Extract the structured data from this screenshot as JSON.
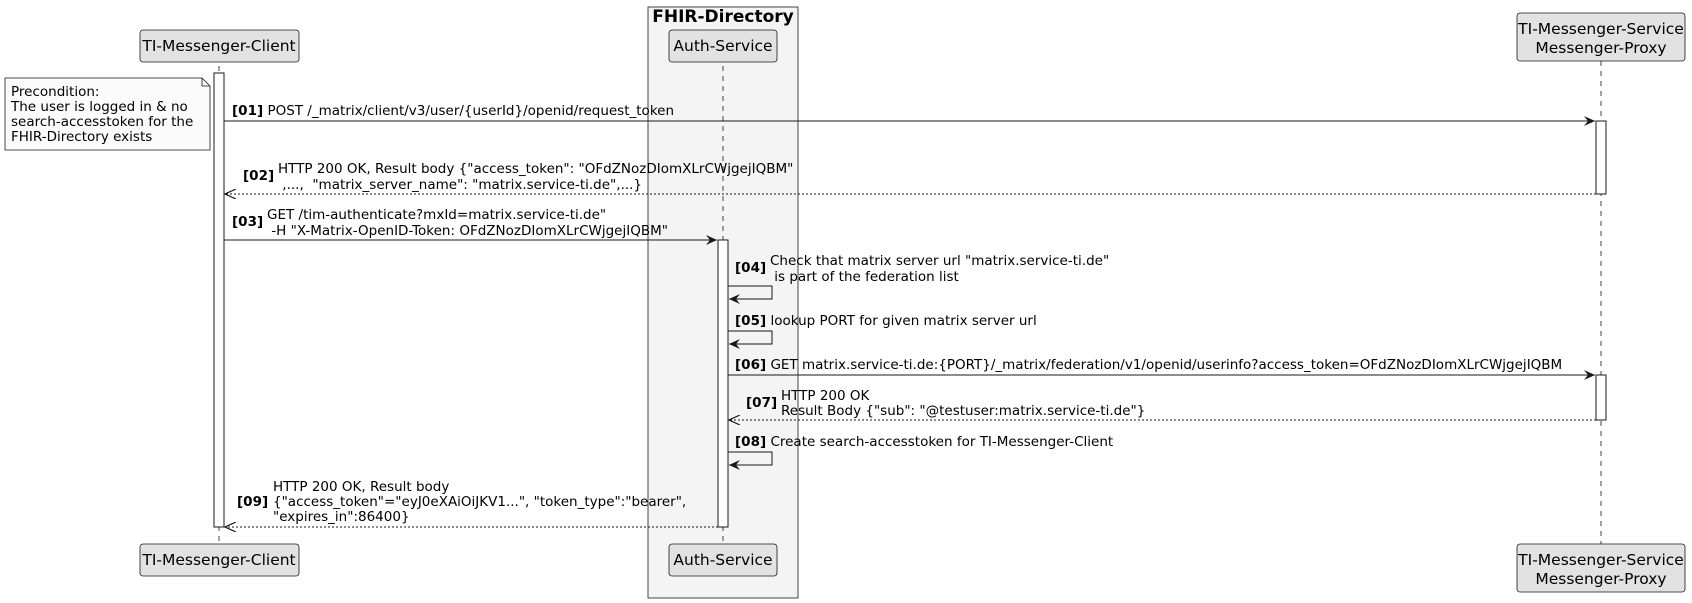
{
  "group": {
    "title": "FHIR-Directory"
  },
  "participants": {
    "client": {
      "lines": [
        "TI-Messenger-Client"
      ]
    },
    "auth": {
      "lines": [
        "Auth-Service"
      ]
    },
    "proxy": {
      "lines": [
        "TI-Messenger-Service",
        "Messenger-Proxy"
      ]
    }
  },
  "note": {
    "lines": [
      "Precondition:",
      "The user is logged in & no",
      "search-accesstoken for the",
      "FHIR-Directory exists"
    ]
  },
  "messages": [
    {
      "num": "[01]",
      "lines": [
        "POST /_matrix/client/v3/user/{userId}/openid/request_token"
      ]
    },
    {
      "num": "[02]",
      "lines": [
        "HTTP 200 OK, Result body {\"access_token\": \"OFdZNozDIomXLrCWjgejIQBM\"",
        " ,...,  \"matrix_server_name\": \"matrix.service-ti.de\",...}"
      ]
    },
    {
      "num": "[03]",
      "lines": [
        "GET /tim-authenticate?mxId=matrix.service-ti.de\"",
        " -H \"X-Matrix-OpenID-Token: OFdZNozDIomXLrCWjgejIQBM\""
      ]
    },
    {
      "num": "[04]",
      "lines": [
        "Check that matrix server url \"matrix.service-ti.de\"",
        " is part of the federation list"
      ]
    },
    {
      "num": "[05]",
      "lines": [
        "lookup PORT for given matrix server url"
      ]
    },
    {
      "num": "[06]",
      "lines": [
        "GET matrix.service-ti.de:{PORT}/_matrix/federation/v1/openid/userinfo?access_token=OFdZNozDIomXLrCWjgejIQBM"
      ]
    },
    {
      "num": "[07]",
      "lines": [
        "HTTP 200 OK",
        "Result Body {\"sub\": \"@testuser:matrix.service-ti.de\"}"
      ]
    },
    {
      "num": "[08]",
      "lines": [
        "Create search-accesstoken for TI-Messenger-Client"
      ]
    },
    {
      "num": "[09]",
      "lines": [
        "HTTP 200 OK, Result body",
        "{\"access_token\"=\"eyJ0eXAiOiJKV1...\", \"token_type\":\"bearer\",",
        "\"expires_in\":86400}"
      ]
    }
  ]
}
